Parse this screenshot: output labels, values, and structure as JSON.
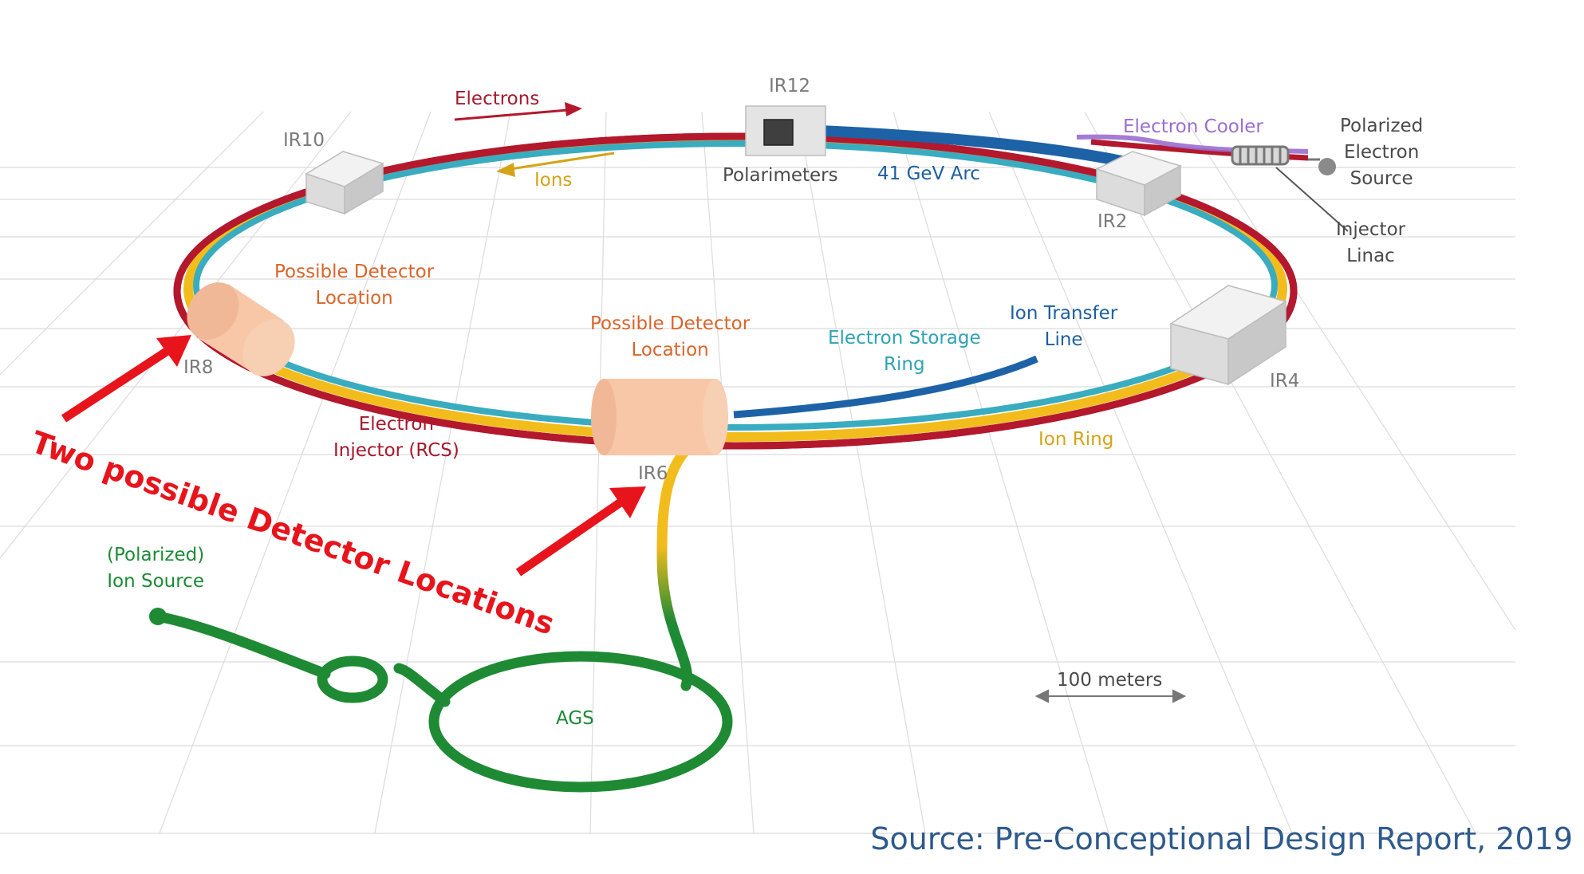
{
  "labels": {
    "electrons": "Electrons",
    "ions": "Ions",
    "ir12": "IR12",
    "ir10": "IR10",
    "ir2": "IR2",
    "ir4": "IR4",
    "ir6": "IR6",
    "ir8": "IR8",
    "polarimeters": "Polarimeters",
    "arc": "41 GeV Arc",
    "electron_cooler": "Electron Cooler",
    "polarized_source": [
      "Polarized",
      "Electron",
      "Source"
    ],
    "injector_linac": [
      "Injector",
      "Linac"
    ],
    "detector_left": [
      "Possible Detector",
      "Location"
    ],
    "detector_center": [
      "Possible Detector",
      "Location"
    ],
    "ion_transfer": [
      "Ion Transfer",
      "Line"
    ],
    "storage_ring": [
      "Electron Storage",
      "Ring"
    ],
    "electron_injector": [
      "Electron",
      "Injector (RCS)"
    ],
    "ion_ring": "Ion Ring",
    "ion_source": [
      "(Polarized)",
      "Ion Source"
    ],
    "ags": "AGS",
    "scale": "100 meters"
  },
  "callout": "Two possible Detector Locations",
  "source": "Source: Pre-Conceptional Design Report, 2019",
  "colors": {
    "electron_ring": "#b3182d",
    "ion_ring": "#f2bd1c",
    "storage_ring": "#3aacbf",
    "arc": "#1d62a6",
    "ags": "#1f8a34",
    "cooler": "#9a6ed0",
    "callout": "#e8141c",
    "detector": "#f7c7a8"
  }
}
